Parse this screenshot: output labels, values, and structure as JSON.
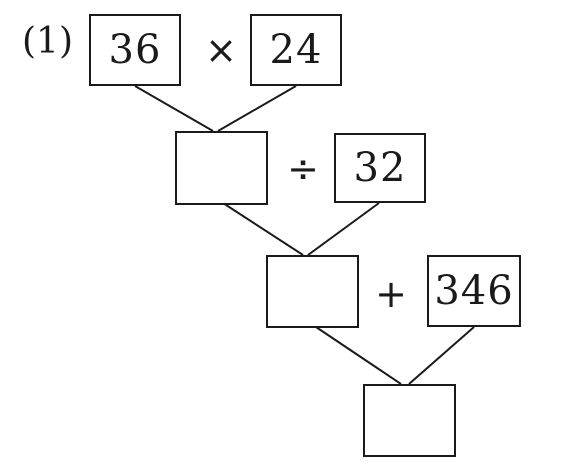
{
  "problem_label": "(1)",
  "step1": {
    "left_operand": "36",
    "operator": "×",
    "right_operand": "24",
    "result": ""
  },
  "step2": {
    "operator": "÷",
    "right_operand": "32",
    "result": ""
  },
  "step3": {
    "operator": "+",
    "right_operand": "346",
    "result": ""
  }
}
